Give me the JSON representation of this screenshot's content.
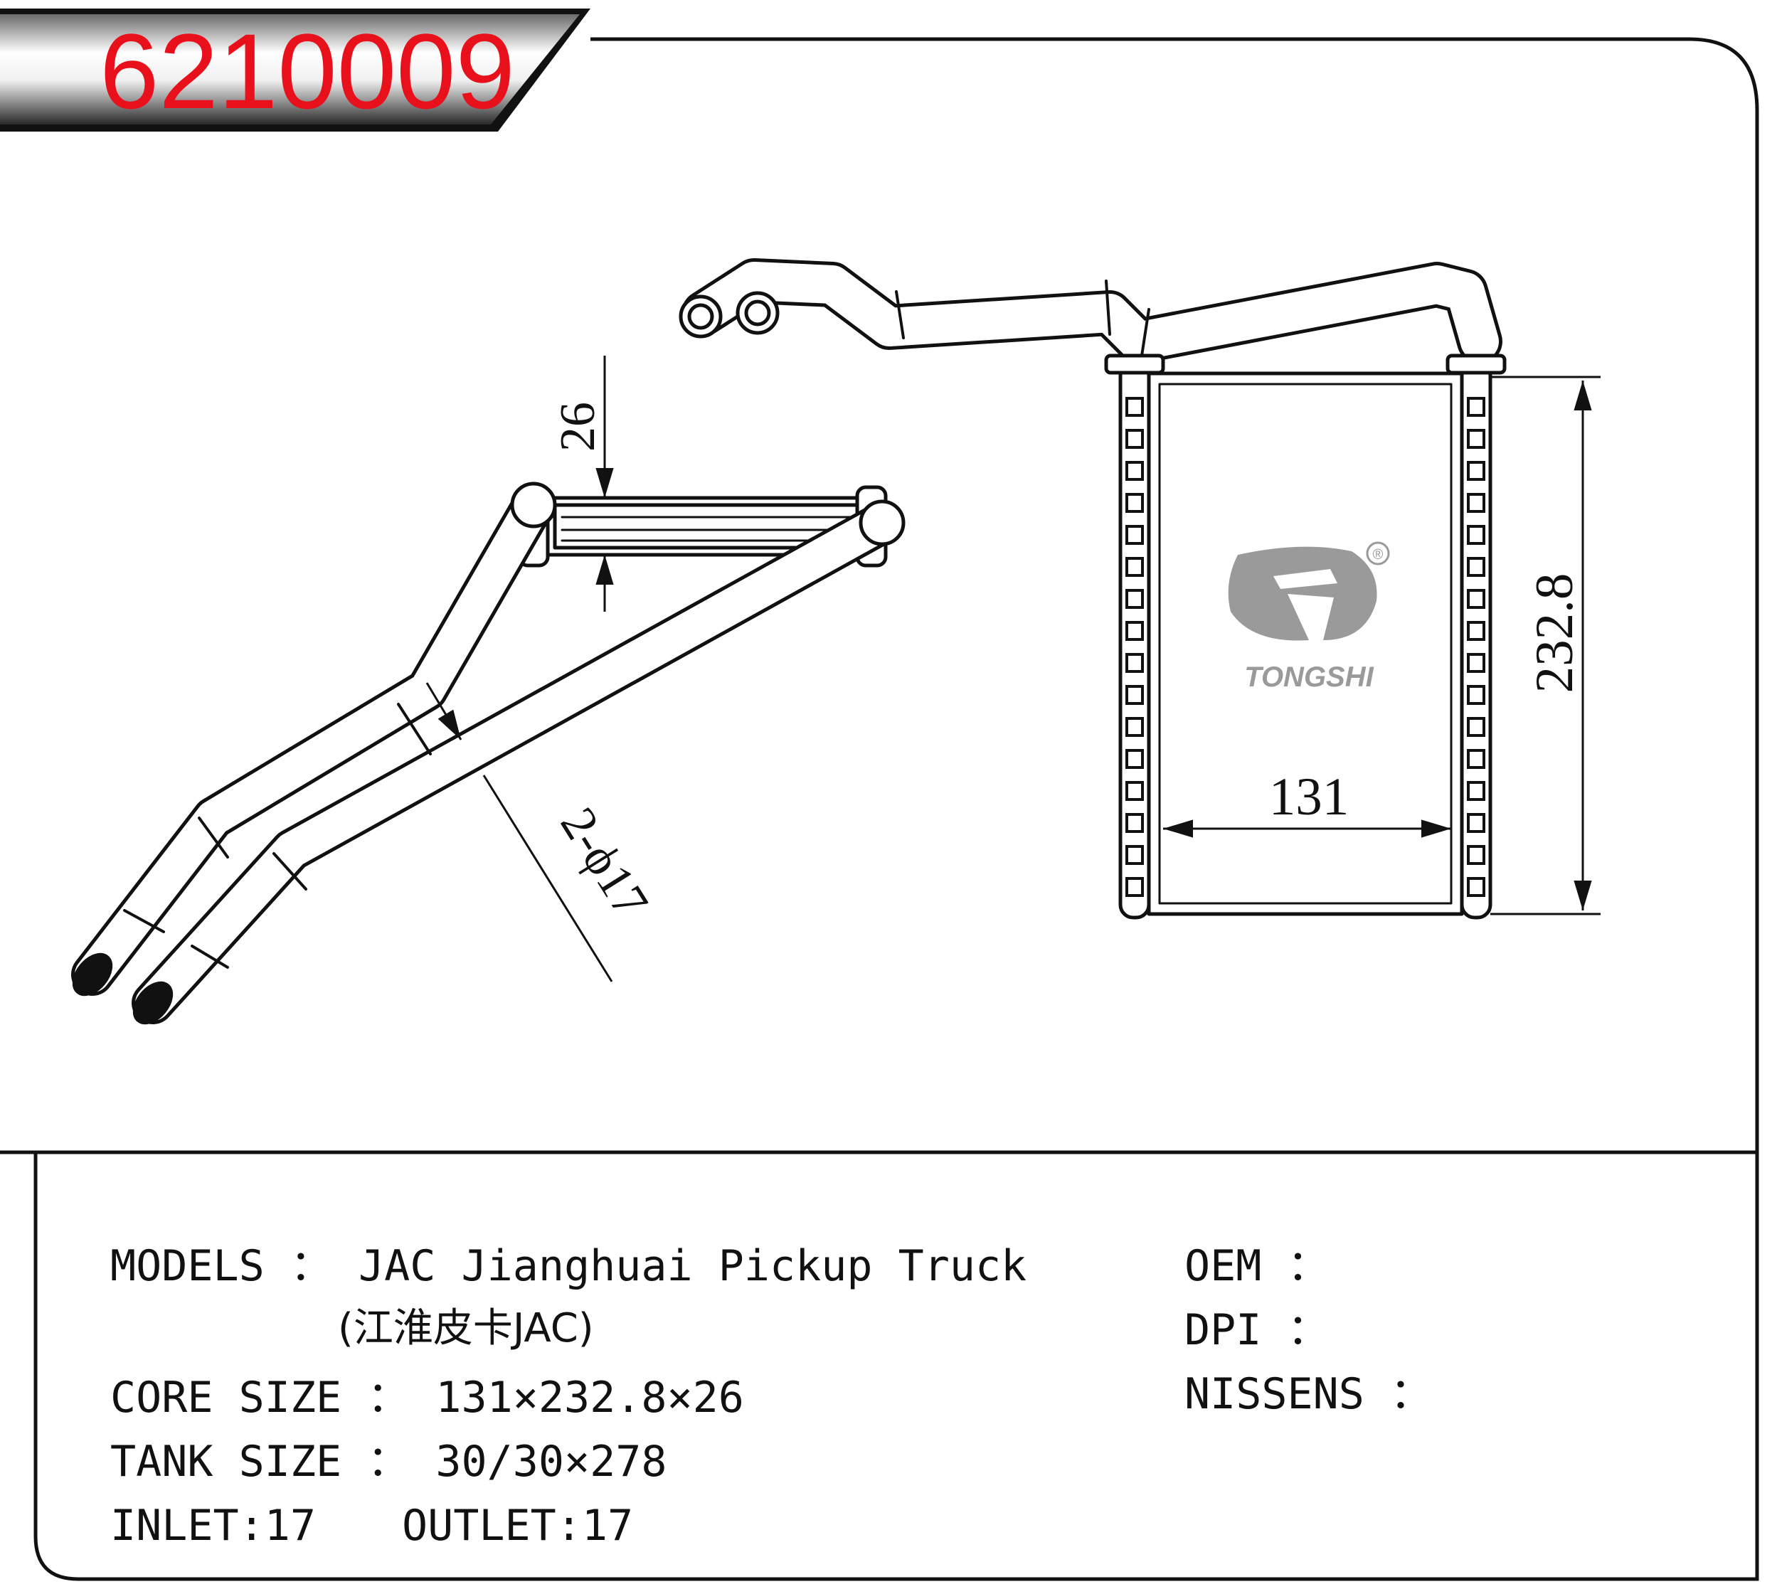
{
  "part_number": "6210009",
  "brand": {
    "name": "TONGSHI",
    "registered_mark": "®",
    "color": "#9a9a9a"
  },
  "colors": {
    "part_number": "#e8101a",
    "line": "#111111"
  },
  "dimensions": {
    "thickness": "26",
    "height": "232.8",
    "width": "131",
    "pipes": "2-ϕ17"
  },
  "specs": {
    "models_label": "MODELS ： JAC Jianghuai Pickup Truck",
    "models_cn": "(江淮皮卡JAC)",
    "core_size": "CORE SIZE ： 131×232.8×26",
    "tank_size": "TANK SIZE ： 30/30×278",
    "inlet": "INLET:17",
    "outlet": "OUTLET:17",
    "oem": "OEM ：",
    "dpi": "DPI ：",
    "nissens": "NISSENS ："
  }
}
